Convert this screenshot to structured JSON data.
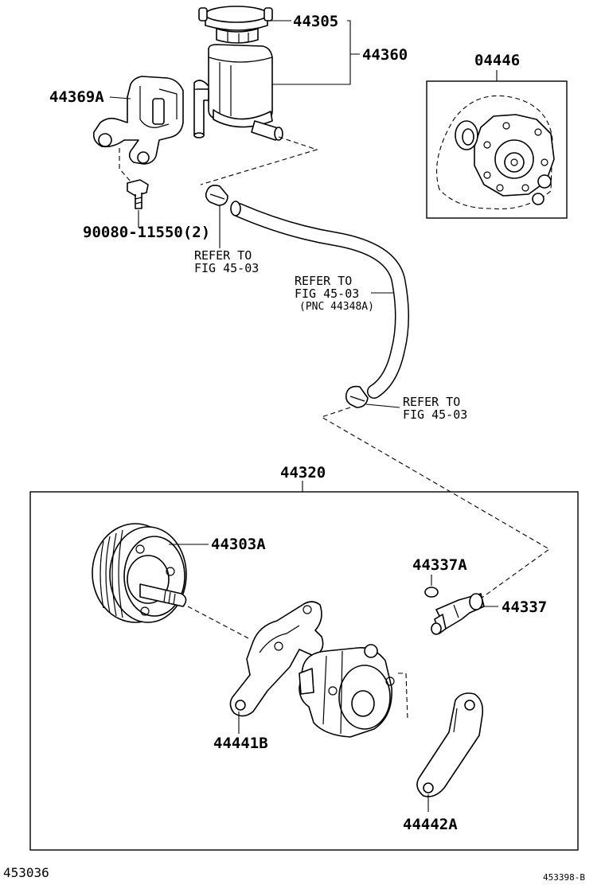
{
  "labels": {
    "p44305": "44305",
    "p44360": "44360",
    "p44369A": "44369A",
    "p04446": "04446",
    "p90080": "90080-11550(2)",
    "p44320": "44320",
    "p44303A": "44303A",
    "p44337A": "44337A",
    "p44337": "44337",
    "p44441B": "44441B",
    "p44442A": "44442A"
  },
  "references": {
    "ref1_line1": "REFER TO",
    "ref1_line2": "FIG 45-03",
    "ref2_line1": "REFER TO",
    "ref2_line2": "FIG 45-03",
    "ref2_line3": "(PNC 44348A)",
    "ref3_line1": "REFER TO",
    "ref3_line2": "FIG 45-03"
  },
  "footer": {
    "figure_number": "453036",
    "drawing_code": "453398-B"
  }
}
